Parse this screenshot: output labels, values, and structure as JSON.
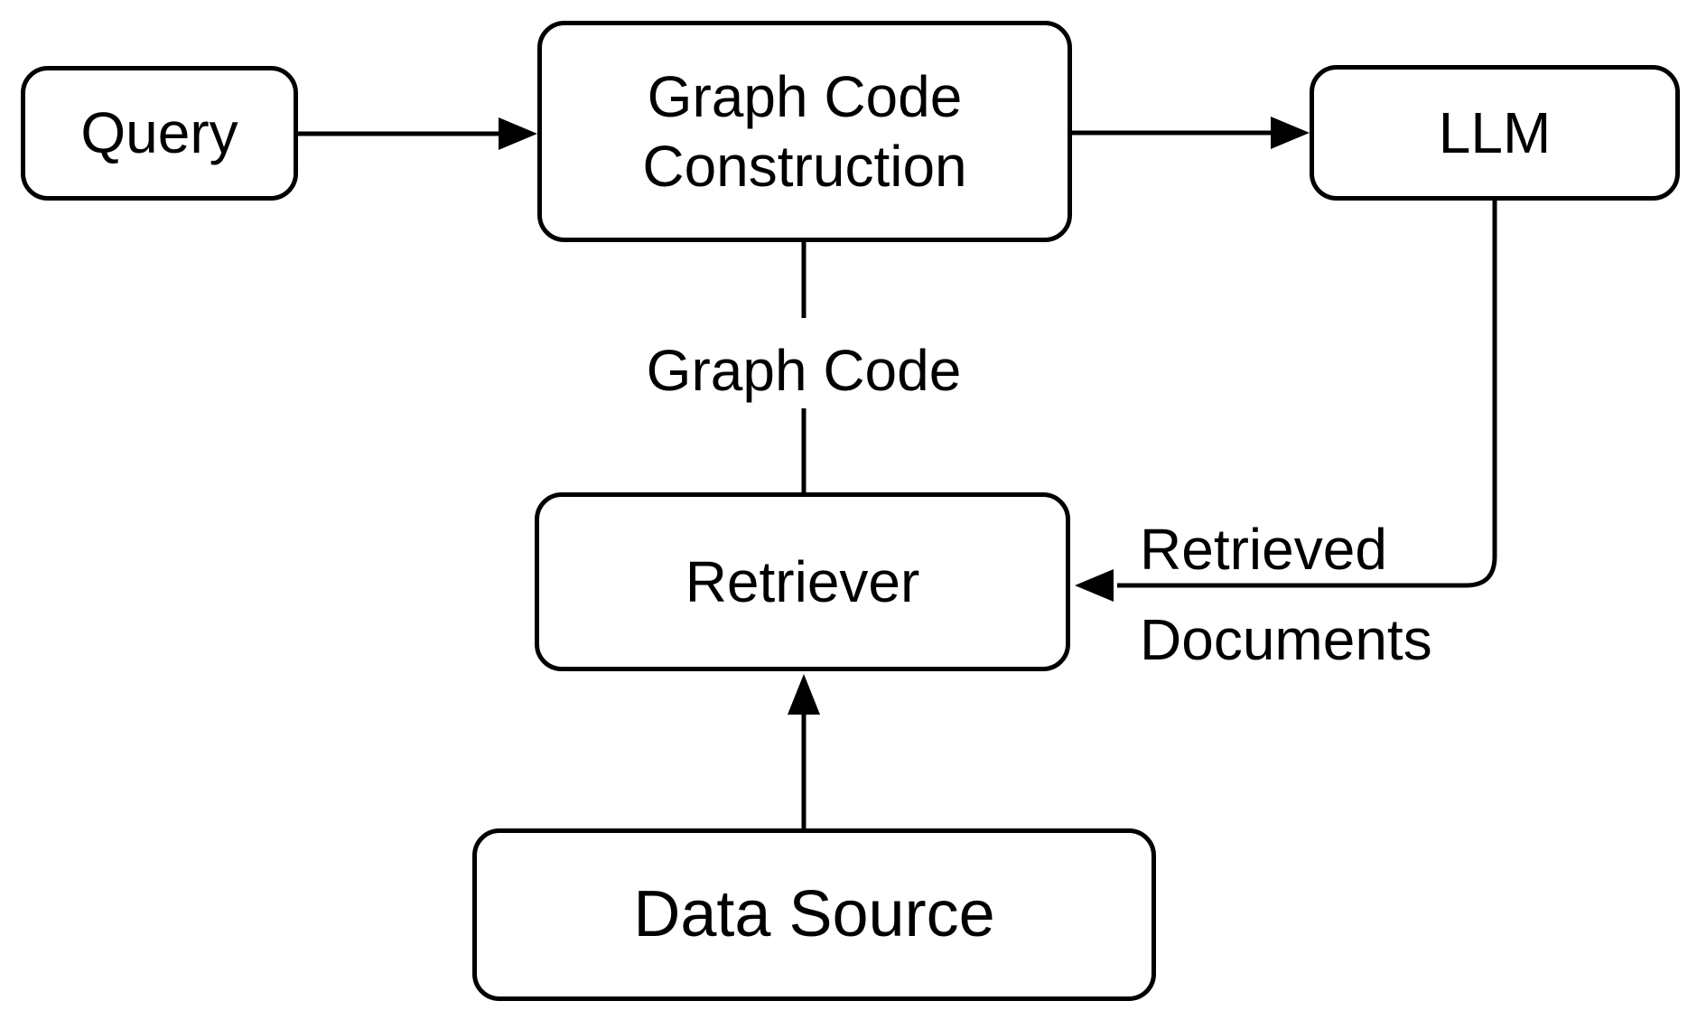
{
  "background": "#ffffff",
  "stroke_color": "#000000",
  "text_color": "#000000",
  "nodes": {
    "query": {
      "label": "Query"
    },
    "graph_code_construction": {
      "label": "Graph Code Construction"
    },
    "llm": {
      "label": "LLM"
    },
    "retriever": {
      "label": "Retriever"
    },
    "data_source": {
      "label": "Data Source"
    }
  },
  "edge_labels": {
    "graph_code": "Graph Code",
    "retrieved_documents": "Retrieved Documents"
  },
  "edges": [
    {
      "from": "Query",
      "to": "Graph Code Construction",
      "label": ""
    },
    {
      "from": "Graph Code Construction",
      "to": "LLM",
      "label": ""
    },
    {
      "from": "Graph Code Construction",
      "to": "Retriever",
      "label": "Graph Code"
    },
    {
      "from": "LLM",
      "to": "Retriever",
      "label": "Retrieved Documents"
    },
    {
      "from": "Data Source",
      "to": "Retriever",
      "label": ""
    }
  ]
}
